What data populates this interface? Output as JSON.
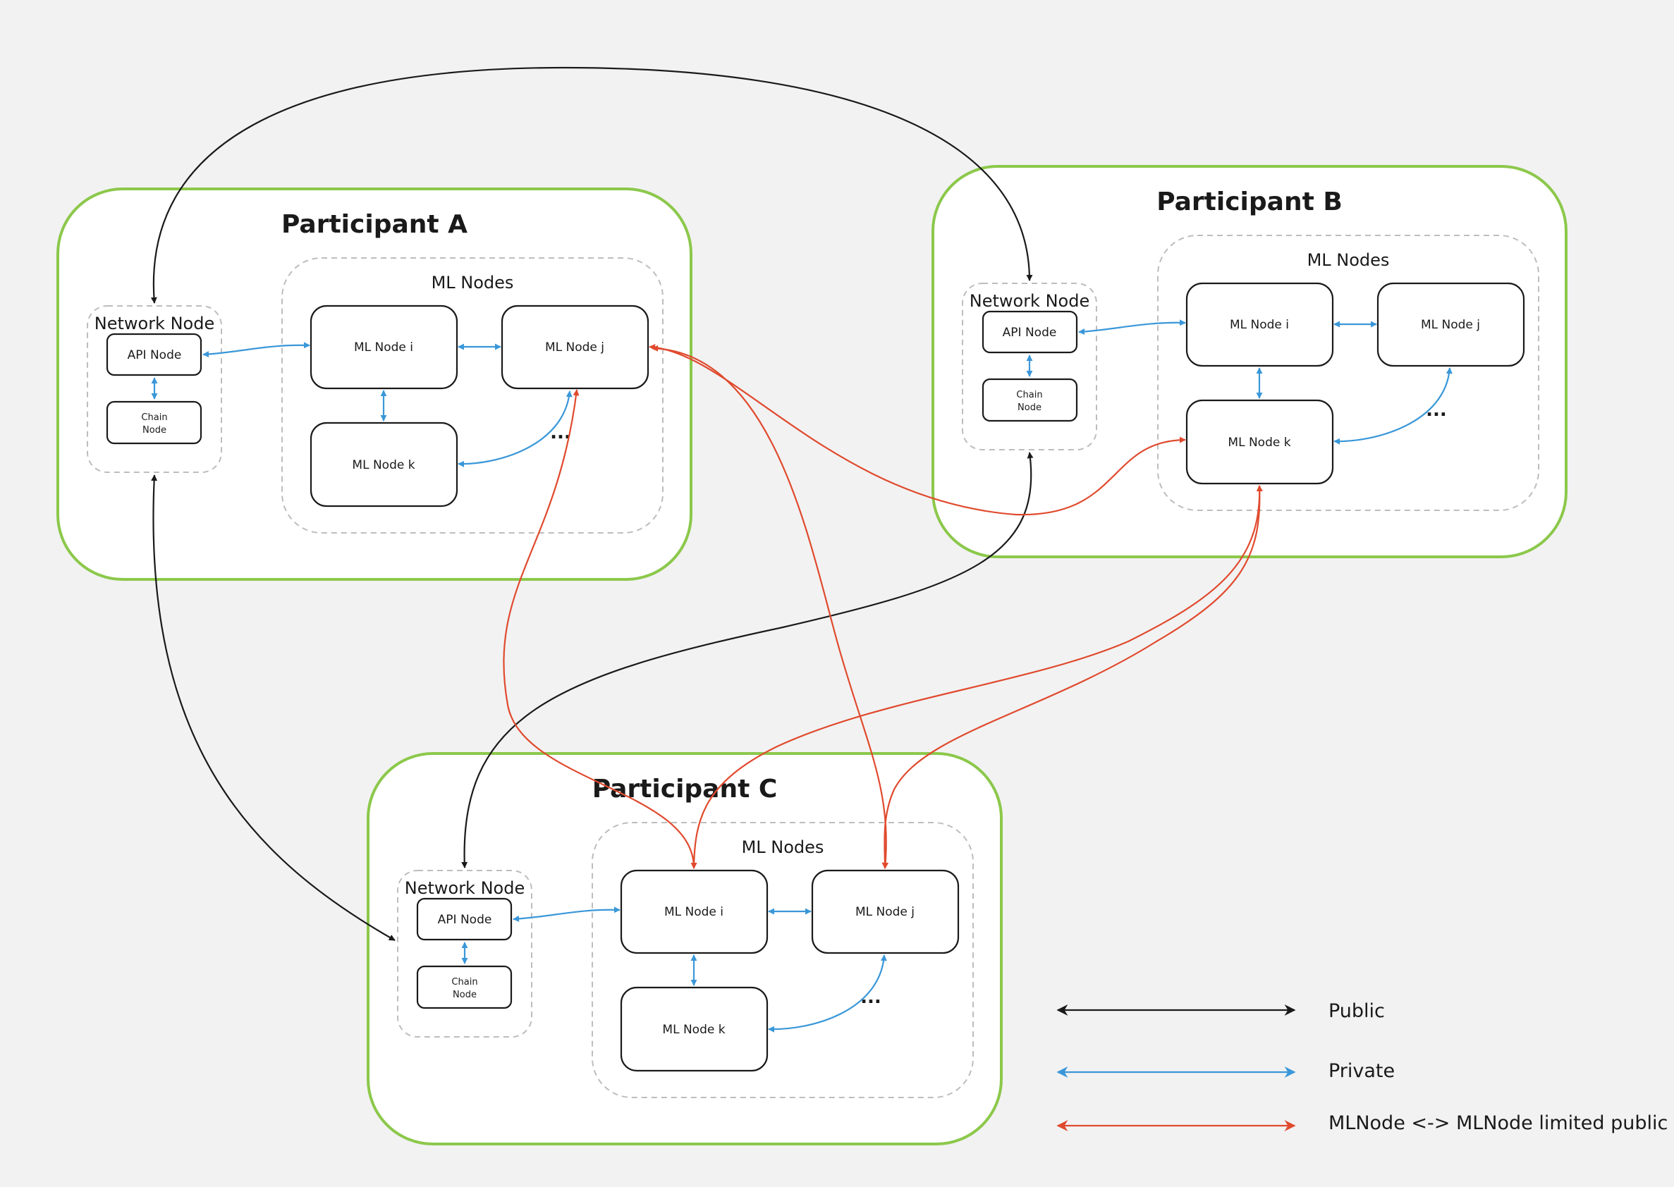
{
  "participants": [
    {
      "title": "Participant A",
      "network_node": {
        "title": "Network Node",
        "api": "API Node",
        "chain": [
          "Chain",
          "Node"
        ]
      },
      "ml_nodes": {
        "title": "ML Nodes",
        "i": "ML Node i",
        "j": "ML Node j",
        "k": "ML Node k",
        "more": "..."
      }
    },
    {
      "title": "Participant B",
      "network_node": {
        "title": "Network Node",
        "api": "API Node",
        "chain": [
          "Chain",
          "Node"
        ]
      },
      "ml_nodes": {
        "title": "ML Nodes",
        "i": "ML Node i",
        "j": "ML Node j",
        "k": "ML Node k",
        "more": "..."
      }
    },
    {
      "title": "Participant C",
      "network_node": {
        "title": "Network Node",
        "api": "API Node",
        "chain": [
          "Chain",
          "Node"
        ]
      },
      "ml_nodes": {
        "title": "ML Nodes",
        "i": "ML Node i",
        "j": "ML Node j",
        "k": "ML Node k",
        "more": "..."
      }
    }
  ],
  "legend": [
    {
      "label": "Public",
      "color": "#1a1a1a"
    },
    {
      "label": "Private",
      "color": "#3a97d8"
    },
    {
      "label": "MLNode <-> MLNode limited public",
      "color": "#e04a2e"
    }
  ],
  "colors": {
    "public": "#1a1a1a",
    "private": "#3a97d8",
    "limited_public": "#e04a2e",
    "participant_border": "#8cc84b",
    "group_border": "#bdbdbd",
    "background": "#f2f2f2"
  }
}
